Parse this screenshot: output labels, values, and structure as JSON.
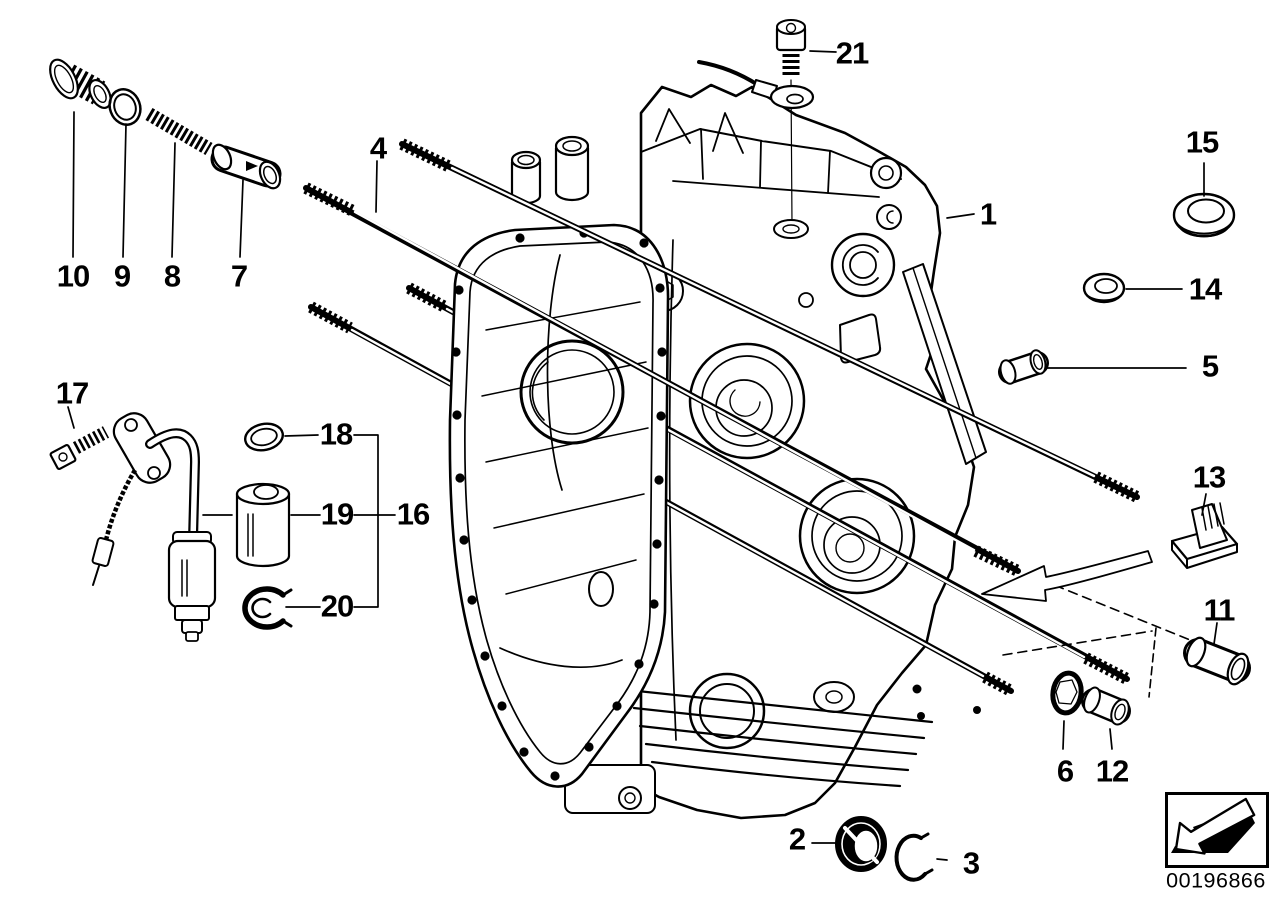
{
  "page": {
    "background": "#ffffff",
    "ink": "#000000"
  },
  "diagram": {
    "type": "exploded-parts-diagram",
    "subject": "engine-crankcase",
    "callouts": {
      "c1": "1",
      "c2": "2",
      "c3": "3",
      "c4": "4",
      "c5": "5",
      "c6": "6",
      "c7": "7",
      "c8": "8",
      "c9": "9",
      "c10": "10",
      "c11": "11",
      "c12": "12",
      "c13": "13",
      "c14": "14",
      "c15": "15",
      "c16": "16",
      "c17": "17",
      "c18": "18",
      "c19": "19",
      "c20": "20",
      "c21": "21"
    },
    "footer": {
      "drawing_number": "00196866",
      "direction_arrow_icon": "arrow-down-left"
    }
  }
}
